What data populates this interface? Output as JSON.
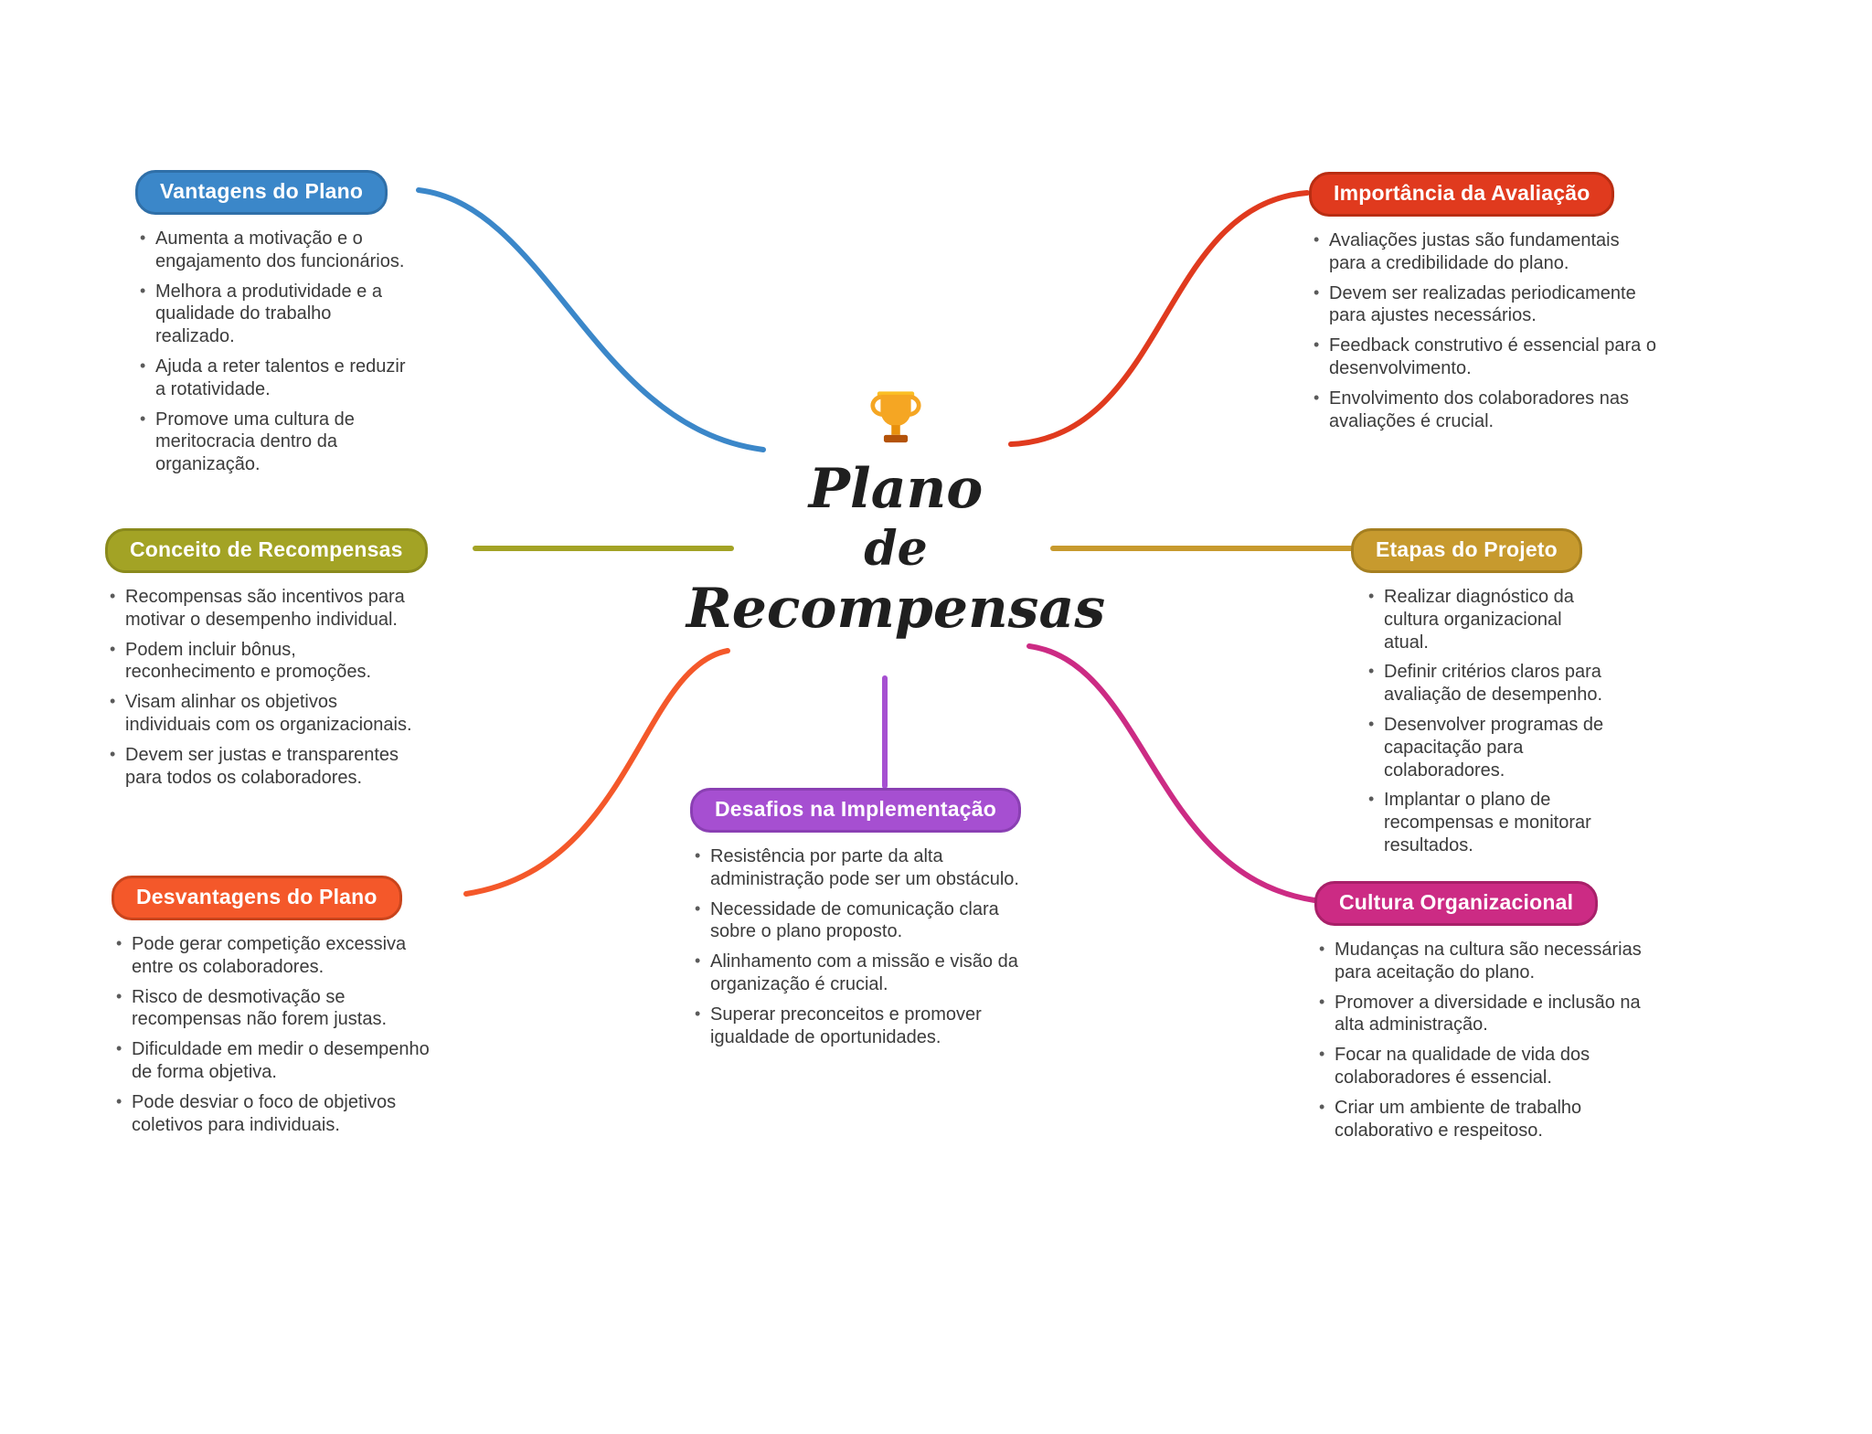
{
  "center": {
    "icon": "trophy-icon",
    "lines": [
      "Plano",
      "de",
      "Recompensas"
    ]
  },
  "branches": [
    {
      "label": "Vantagens do Plano",
      "color": "#3b87c9",
      "border": "#2f6fa8",
      "items": [
        "Aumenta a motivação e o engajamento dos funcionários.",
        "Melhora a produtividade e a qualidade do trabalho realizado.",
        "Ajuda a reter talentos e reduzir a rotatividade.",
        "Promove uma cultura de meritocracia dentro da organização."
      ]
    },
    {
      "label": "Conceito de Recompensas",
      "color": "#a3a325",
      "border": "#8a8a1c",
      "items": [
        "Recompensas são incentivos para motivar o desempenho individual.",
        "Podem incluir bônus, reconhecimento e promoções.",
        "Visam alinhar os objetivos individuais com os organizacionais.",
        "Devem ser justas e transparentes para todos os colaboradores."
      ]
    },
    {
      "label": "Desvantagens do Plano",
      "color": "#f4582a",
      "border": "#c9441c",
      "items": [
        "Pode gerar competição excessiva entre os colaboradores.",
        "Risco de desmotivação se recompensas não forem justas.",
        "Dificuldade em medir o desempenho de forma objetiva.",
        "Pode desviar o foco de objetivos coletivos para individuais."
      ]
    },
    {
      "label": "Desafios na Implementação",
      "color": "#a64fd1",
      "border": "#8a3fb3",
      "items": [
        "Resistência por parte da alta administração pode ser um obstáculo.",
        "Necessidade de comunicação clara sobre o plano proposto.",
        "Alinhamento com a missão e visão da organização é crucial.",
        "Superar preconceitos e promover igualdade de oportunidades."
      ]
    },
    {
      "label": "Importância da Avaliação",
      "color": "#e03a1e",
      "border": "#b92d12",
      "items": [
        "Avaliações justas são fundamentais para a credibilidade do plano.",
        "Devem ser realizadas periodicamente para ajustes necessários.",
        "Feedback construtivo é essencial para o desenvolvimento.",
        "Envolvimento dos colaboradores nas avaliações é crucial."
      ]
    },
    {
      "label": "Etapas do Projeto",
      "color": "#c79a2e",
      "border": "#a57f20",
      "items": [
        "Realizar diagnóstico da cultura organizacional atual.",
        "Definir critérios claros para avaliação de desempenho.",
        "Desenvolver programas de capacitação para colaboradores.",
        "Implantar o plano de recompensas e monitorar resultados."
      ]
    },
    {
      "label": "Cultura Organizacional",
      "color": "#cc2b84",
      "border": "#a82069",
      "items": [
        "Mudanças na cultura são necessárias para aceitação do plano.",
        "Promover a diversidade e inclusão na alta administração.",
        "Focar na qualidade de vida dos colaboradores é essencial.",
        "Criar um ambiente de trabalho colaborativo e respeitoso."
      ]
    }
  ]
}
